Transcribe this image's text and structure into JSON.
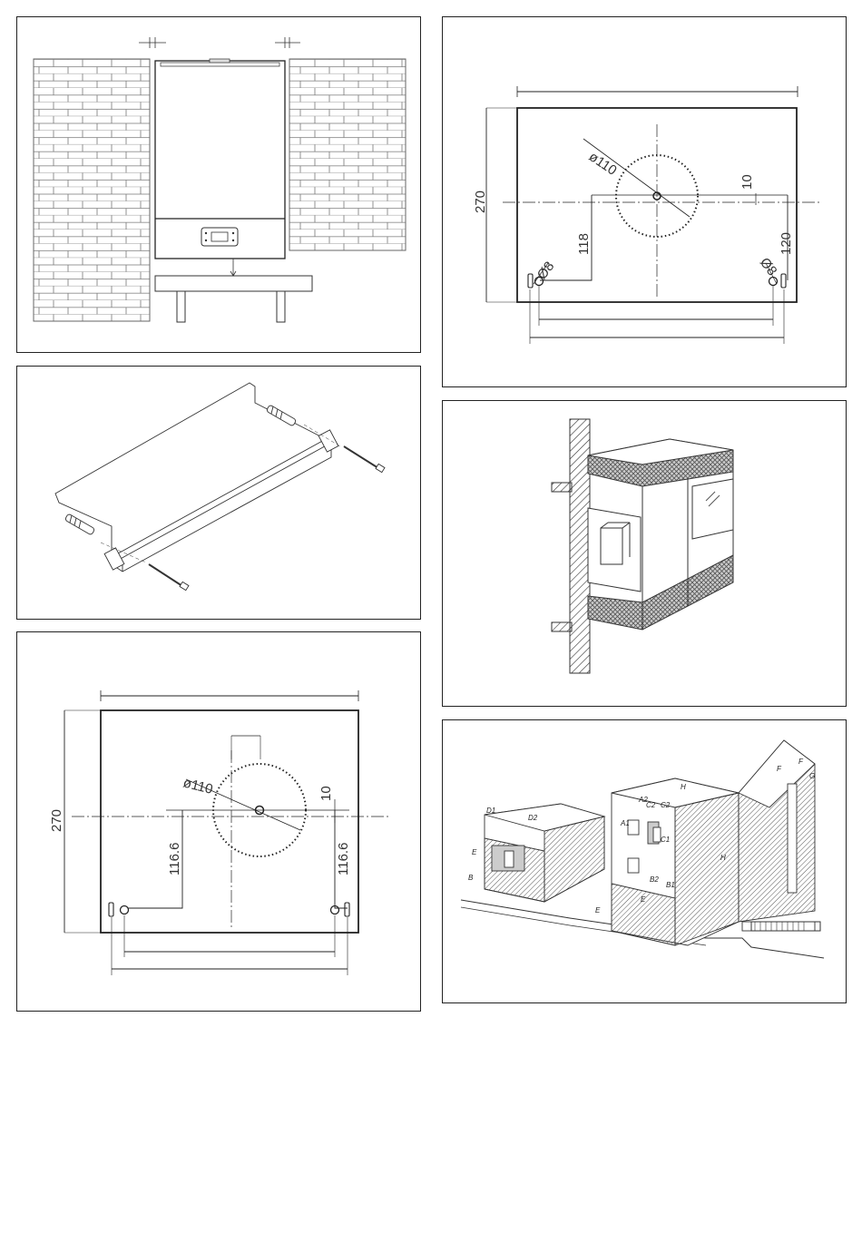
{
  "template_a": {
    "height": "270",
    "offset_right": "10",
    "hole_diameter": "ø110",
    "left_fix_height": "118",
    "right_fix_height": "120",
    "left_fix_diameter": "Ø8",
    "right_fix_diameter": "Ø8"
  },
  "template_b": {
    "height": "270",
    "offset_right": "10",
    "hole_diameter": "ø110",
    "left_fix_height": "116.6",
    "right_fix_height": "116.6"
  },
  "building_labels": {
    "d1": "D1",
    "d2": "D2",
    "e1": "E",
    "b": "B",
    "a1": "A1",
    "a2": "A2",
    "c1": "C1",
    "c2": "C2",
    "c3": "C2",
    "h1": "H",
    "h2": "H",
    "b2": "B2",
    "b3": "B1",
    "e2": "E",
    "e3": "E",
    "f1": "F",
    "f2": "F",
    "g": "G"
  }
}
